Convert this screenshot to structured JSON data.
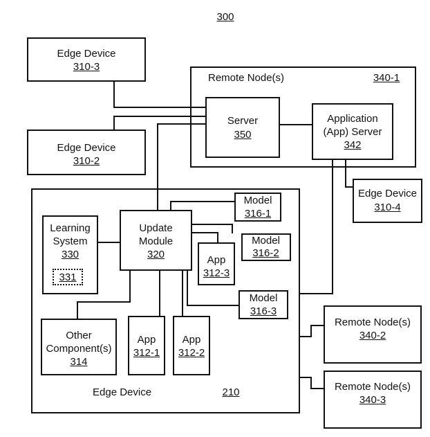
{
  "figure_number": "300",
  "edge_device_310_3": {
    "name": "Edge Device",
    "ref": "310-3"
  },
  "edge_device_310_2": {
    "name": "Edge Device",
    "ref": "310-2"
  },
  "edge_device_310_4": {
    "name": "Edge Device",
    "ref": "310-4"
  },
  "remote_node_340_1": {
    "name": "Remote Node(s)",
    "ref": "340-1"
  },
  "server": {
    "name": "Server",
    "ref": "350"
  },
  "app_server": {
    "line1": "Application",
    "line2": "(App) Server",
    "ref": "342"
  },
  "edge_device_210": {
    "name": "Edge Device",
    "ref": "210"
  },
  "learning_system": {
    "line1": "Learning",
    "line2": "System",
    "ref": "330",
    "inner_ref": "331"
  },
  "update_module": {
    "line1": "Update",
    "line2": "Module",
    "ref": "320"
  },
  "model_316_1": {
    "name": "Model",
    "ref": "316-1"
  },
  "model_316_2": {
    "name": "Model",
    "ref": "316-2"
  },
  "model_316_3": {
    "name": "Model",
    "ref": "316-3"
  },
  "app_312_3": {
    "name": "App",
    "ref": "312-3"
  },
  "app_312_1": {
    "name": "App",
    "ref": "312-1"
  },
  "app_312_2": {
    "name": "App",
    "ref": "312-2"
  },
  "other_components": {
    "line1": "Other",
    "line2": "Component(s)",
    "ref": "314"
  },
  "remote_node_340_2": {
    "name": "Remote Node(s)",
    "ref": "340-2"
  },
  "remote_node_340_3": {
    "name": "Remote Node(s)",
    "ref": "340-3"
  }
}
